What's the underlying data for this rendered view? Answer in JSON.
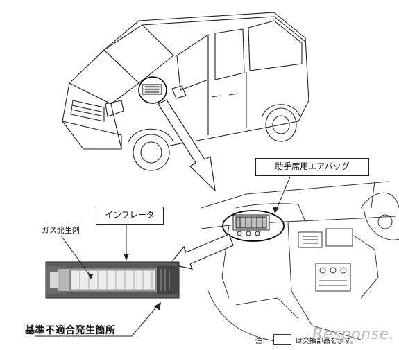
{
  "labels": {
    "airbag": "助手席用エアバッグ",
    "inflator": "インフレータ",
    "gas_generant": "ガス発生剤",
    "defect_location": "基準不適合発生箇所",
    "note_prefix": "注：",
    "note_suffix": "は交換部品を示す。"
  },
  "watermark": "Response."
}
